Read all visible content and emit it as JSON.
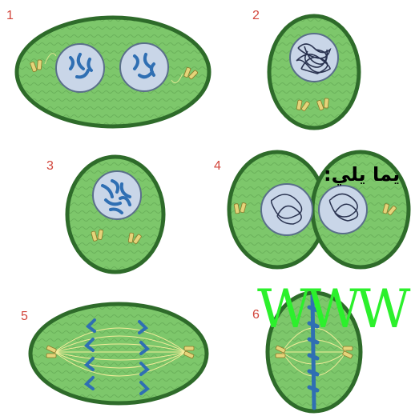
{
  "stage_numbers": [
    "1",
    "2",
    "3",
    "4",
    "5",
    "6"
  ],
  "overlay": {
    "arabic_text": "يما يلي:",
    "watermark": "WWW"
  },
  "colors": {
    "cell_fill": "#7dc76b",
    "cell_border": "#2e6b2a",
    "nucleus_fill": "#c9d6e8",
    "nucleus_border": "#5a6f8a",
    "chromosome": "#2f6fb3",
    "chromatin": "#2a3350",
    "centriole": "#e6d47a",
    "spindle": "#f3ec9a",
    "number": "#d2453b",
    "watermark": "#2cf02c"
  }
}
